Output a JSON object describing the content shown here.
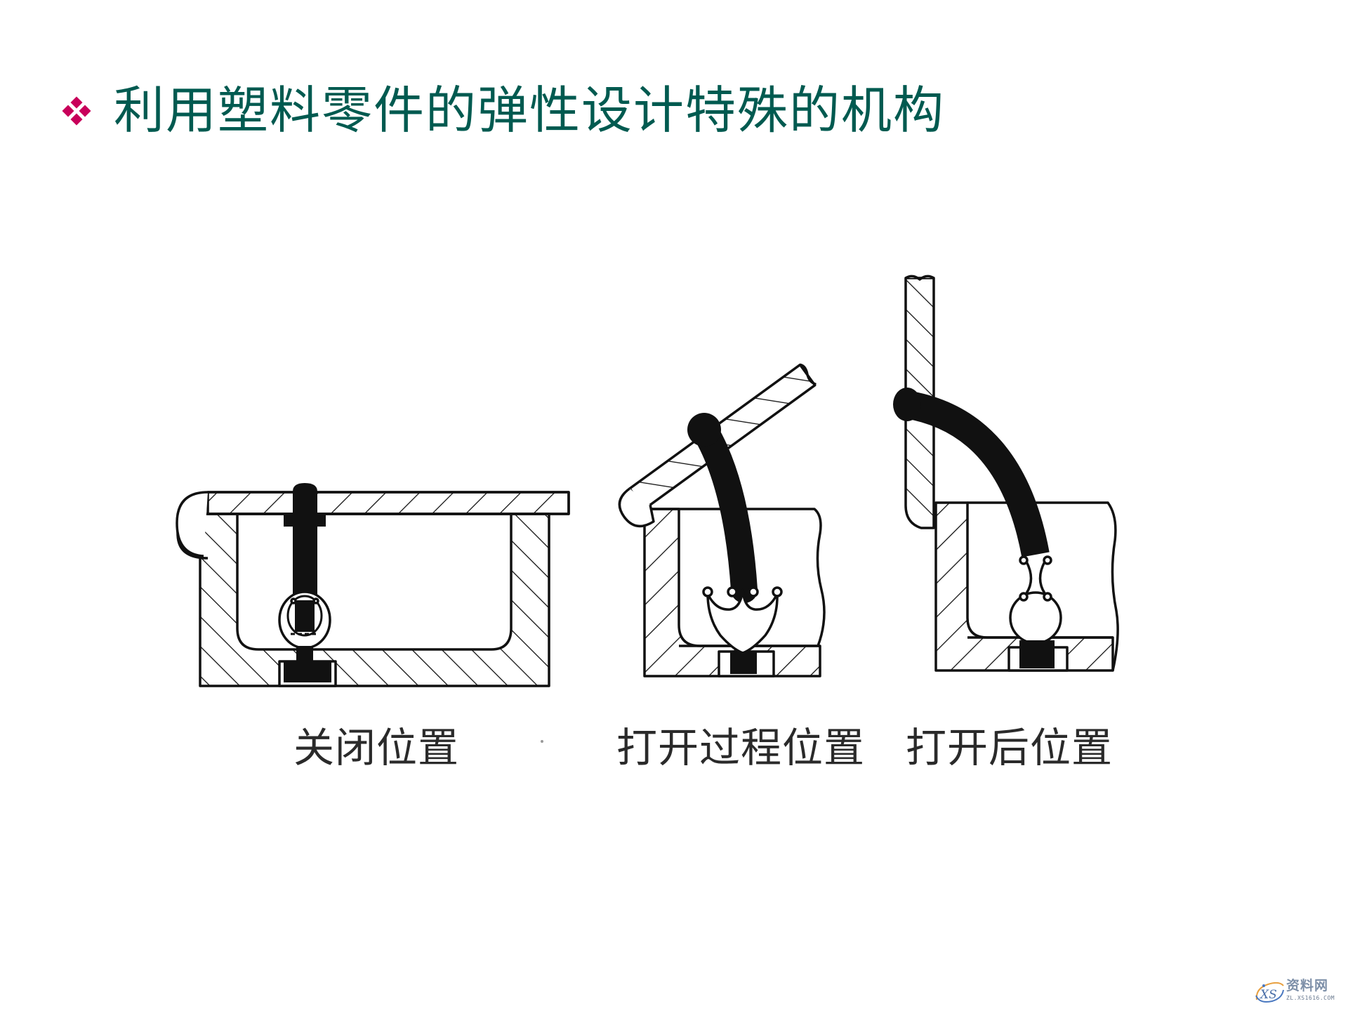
{
  "slide": {
    "title": "利用塑料零件的弹性设计特殊的机构",
    "bullet_icon": "four-diamond-bullet",
    "colors": {
      "title": "#005a50",
      "bullet": "#c8005a",
      "drawing_ink": "#111111",
      "caption": "#2a2a2a",
      "background": "#ffffff"
    }
  },
  "figure": {
    "panels": [
      {
        "id": "closed",
        "caption": "关闭位置"
      },
      {
        "id": "opening",
        "caption": "打开过程位置"
      },
      {
        "id": "opened",
        "caption": "打开后位置"
      }
    ]
  },
  "watermark": {
    "logo_text": "XS",
    "name": "资料网",
    "url": "ZL.XS1616.COM"
  }
}
